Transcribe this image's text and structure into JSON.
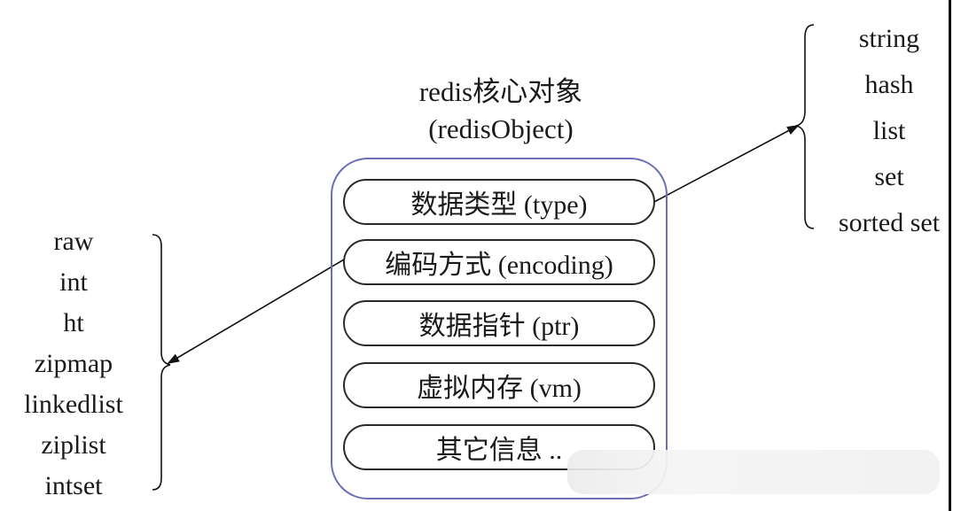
{
  "title": {
    "line1": "redis核心对象",
    "line2": "(redisObject)"
  },
  "fields": [
    {
      "label": "数据类型 (type)"
    },
    {
      "label": "编码方式 (encoding)"
    },
    {
      "label": "数据指针 (ptr)"
    },
    {
      "label": "虚拟内存 (vm)"
    },
    {
      "label": "其它信息 .."
    }
  ],
  "type_values": [
    "string",
    "hash",
    "list",
    "set",
    "sorted set"
  ],
  "encoding_values": [
    "raw",
    "int",
    "ht",
    "zipmap",
    "linkedlist",
    "ziplist",
    "intset"
  ],
  "colors": {
    "outer_border": "#6b6fb6",
    "stroke": "#2a2a2a",
    "text": "#1a1a1a"
  }
}
